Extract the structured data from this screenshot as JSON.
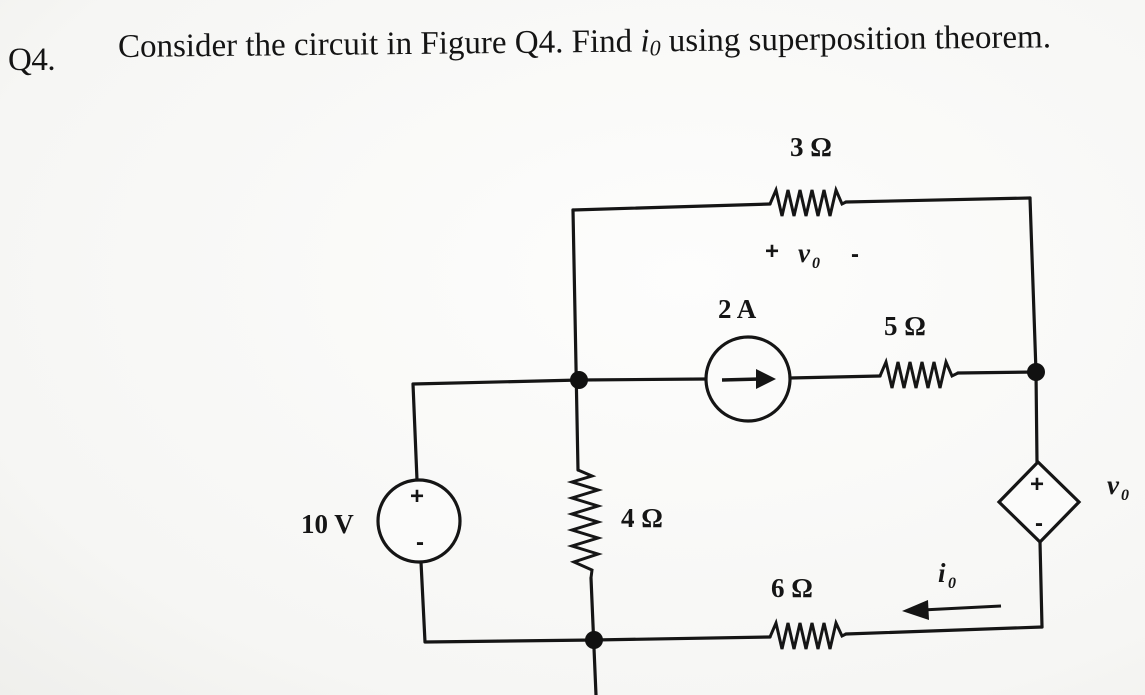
{
  "question": {
    "number": "Q4.",
    "text_before": "Consider the circuit in Figure Q4. Find ",
    "variable": "i",
    "variable_sub": "0",
    "text_after": " using superposition theorem."
  },
  "circuit": {
    "resistor_3": "3 Ω",
    "resistor_5": "5 Ω",
    "resistor_4": "4 Ω",
    "resistor_6": "6 Ω",
    "current_source": "2 A",
    "voltage_source": "10 V",
    "vs_plus": "+",
    "vs_minus": "-",
    "v0_plus": "+",
    "v0_minus": "-",
    "v0_symbol": "v",
    "v0_sub": "0",
    "dep_plus": "+",
    "dep_minus": "-",
    "dep_label_symbol": "v",
    "dep_label_sub": "0",
    "i0_symbol": "i",
    "i0_sub": "0"
  }
}
